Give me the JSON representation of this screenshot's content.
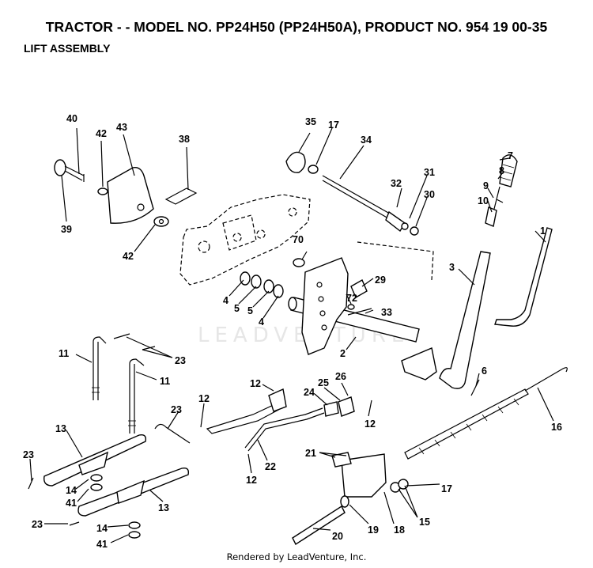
{
  "header": {
    "title": "TRACTOR - - MODEL NO. PP24H50 (PP24H50A), PRODUCT NO. 954 19 00-35",
    "subtitle": "LIFT ASSEMBLY"
  },
  "watermark": "LEADVENTURE",
  "footer": "Rendered by LeadVenture, Inc.",
  "callouts": {
    "c40": "40",
    "c42a": "42",
    "c43": "43",
    "c39": "39",
    "c42b": "42",
    "c38": "38",
    "c35": "35",
    "c17a": "17",
    "c34": "34",
    "c32": "32",
    "c31": "31",
    "c30": "30",
    "c7": "7",
    "c8": "8",
    "c9": "9",
    "c10": "10",
    "c1": "1",
    "c3": "3",
    "c70": "70",
    "c29": "29",
    "c72": "72",
    "c33": "33",
    "c4a": "4",
    "c5a": "5",
    "c5b": "5",
    "c4b": "4",
    "c2": "2",
    "c6": "6",
    "c11a": "11",
    "c23a": "23",
    "c11b": "11",
    "c13a": "13",
    "c23b": "23",
    "c14a": "14",
    "c41a": "41",
    "c23c": "23",
    "c13b": "13",
    "c14b": "14",
    "c41b": "41",
    "c23d": "23",
    "c12a": "12",
    "c12b": "12",
    "c24": "24",
    "c25": "25",
    "c26": "26",
    "c12c": "12",
    "c22": "22",
    "c12d": "12",
    "c16": "16",
    "c21": "21",
    "c17b": "17",
    "c15": "15",
    "c20": "20",
    "c19": "19",
    "c18": "18"
  }
}
